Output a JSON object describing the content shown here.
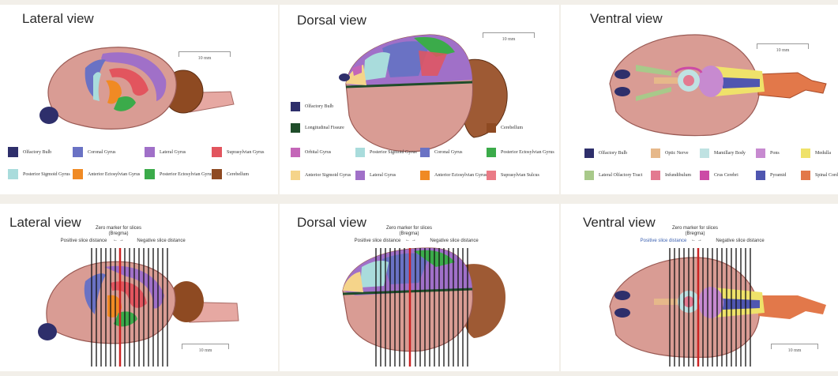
{
  "colors": {
    "olfactory_bulb": "#2e2f6b",
    "coronal_gyrus": "#6a72c4",
    "lateral_gyrus": "#a070c8",
    "suprasylvian_gyrus": "#e2555e",
    "posterior_sigmoid_gyrus": "#a9dcdc",
    "anterior_ectosylvian_gyrus": "#f08a24",
    "posterior_ectosylvian_gyrus": "#3bab4a",
    "cerebellum": "#8e4a22",
    "longitudinal_fissure": "#1f4d2a",
    "orbital_gyrus": "#c466b8",
    "anterior_sigmoid_gyrus": "#f5d48a",
    "suprasylvian_sulcus": "#ea7b86",
    "optic_nerve": "#e6b88a",
    "mamillary_body": "#bfe2e2",
    "pons": "#c78ad0",
    "medulla": "#efe26a",
    "lateral_olfactory_tract": "#a8c98a",
    "infundibulum": "#e37a90",
    "crus_cerebri": "#cc4aa6",
    "pyramid": "#4f56b0",
    "spinal_cord": "#e2784a",
    "brain_base": "#d99c94",
    "brain_shade": "#b8706a",
    "bregma_line": "#cc2222"
  },
  "top": {
    "lateral": {
      "title": "Lateral view",
      "scale": "10 mm",
      "legend": [
        {
          "label": "Olfactory Bulb",
          "color": "#2e2f6b"
        },
        {
          "label": "Coronal Gyrus",
          "color": "#6a72c4"
        },
        {
          "label": "Lateral Gyrus",
          "color": "#a070c8"
        },
        {
          "label": "Suprasylvian Gyrus",
          "color": "#e2555e"
        },
        {
          "label": "Posterior Sigmoid Gyrus",
          "color": "#a9dcdc"
        },
        {
          "label": "Anterior Ectosylvian Gyrus",
          "color": "#f08a24"
        },
        {
          "label": "Posterior Ectosylvian Gyrus",
          "color": "#3bab4a"
        },
        {
          "label": "Cerebellum",
          "color": "#8e4a22"
        }
      ]
    },
    "dorsal": {
      "title": "Dorsal view",
      "scale": "10 mm",
      "legend": [
        {
          "label": "Olfactory Bulb",
          "color": "#2e2f6b"
        },
        {
          "label": "Longitudinal Fissure",
          "color": "#1f4d2a"
        },
        {
          "label": "Cerebellum",
          "color": "#8e4a22"
        },
        {
          "label": "Orbital Gyrus",
          "color": "#c466b8"
        },
        {
          "label": "Posterior Sigmoid Gyrus",
          "color": "#a9dcdc"
        },
        {
          "label": "Coronal Gyrus",
          "color": "#6a72c4"
        },
        {
          "label": "Posterior Ectosylvian Gyrus",
          "color": "#3bab4a"
        },
        {
          "label": "Anterior Sigmoid Gyrus",
          "color": "#f5d48a"
        },
        {
          "label": "Lateral Gyrus",
          "color": "#a070c8"
        },
        {
          "label": "Anterior Ectosylvian Gyrus",
          "color": "#f08a24"
        },
        {
          "label": "Suprasylvian Sulcus",
          "color": "#ea7b86"
        }
      ]
    },
    "ventral": {
      "title": "Ventral view",
      "scale": "10 mm",
      "legend": [
        {
          "label": "Olfactory Bulb",
          "color": "#2e2f6b"
        },
        {
          "label": "Optic Nerve",
          "color": "#e6b88a"
        },
        {
          "label": "Mamillary Body",
          "color": "#bfe2e2"
        },
        {
          "label": "Pons",
          "color": "#c78ad0"
        },
        {
          "label": "Medulla",
          "color": "#efe26a"
        },
        {
          "label": "Lateral Olfactory Tract",
          "color": "#a8c98a"
        },
        {
          "label": "Infundibulum",
          "color": "#e37a90"
        },
        {
          "label": "Crus Cerebri",
          "color": "#cc4aa6"
        },
        {
          "label": "Pyramid",
          "color": "#4f56b0"
        },
        {
          "label": "Spinal Cord",
          "color": "#e2784a"
        }
      ]
    }
  },
  "bottom": {
    "zero_marker": "Zero marker for slices",
    "bregma": "(Bregma)",
    "positive": "Positive slice distance",
    "negative": "Negative slice distance",
    "arrows": "← →",
    "lateral": {
      "title": "Lateral view",
      "scale": "10 mm"
    },
    "dorsal": {
      "title": "Dorsal view"
    },
    "ventral": {
      "title": "Ventral view",
      "scale": "10 mm"
    }
  }
}
